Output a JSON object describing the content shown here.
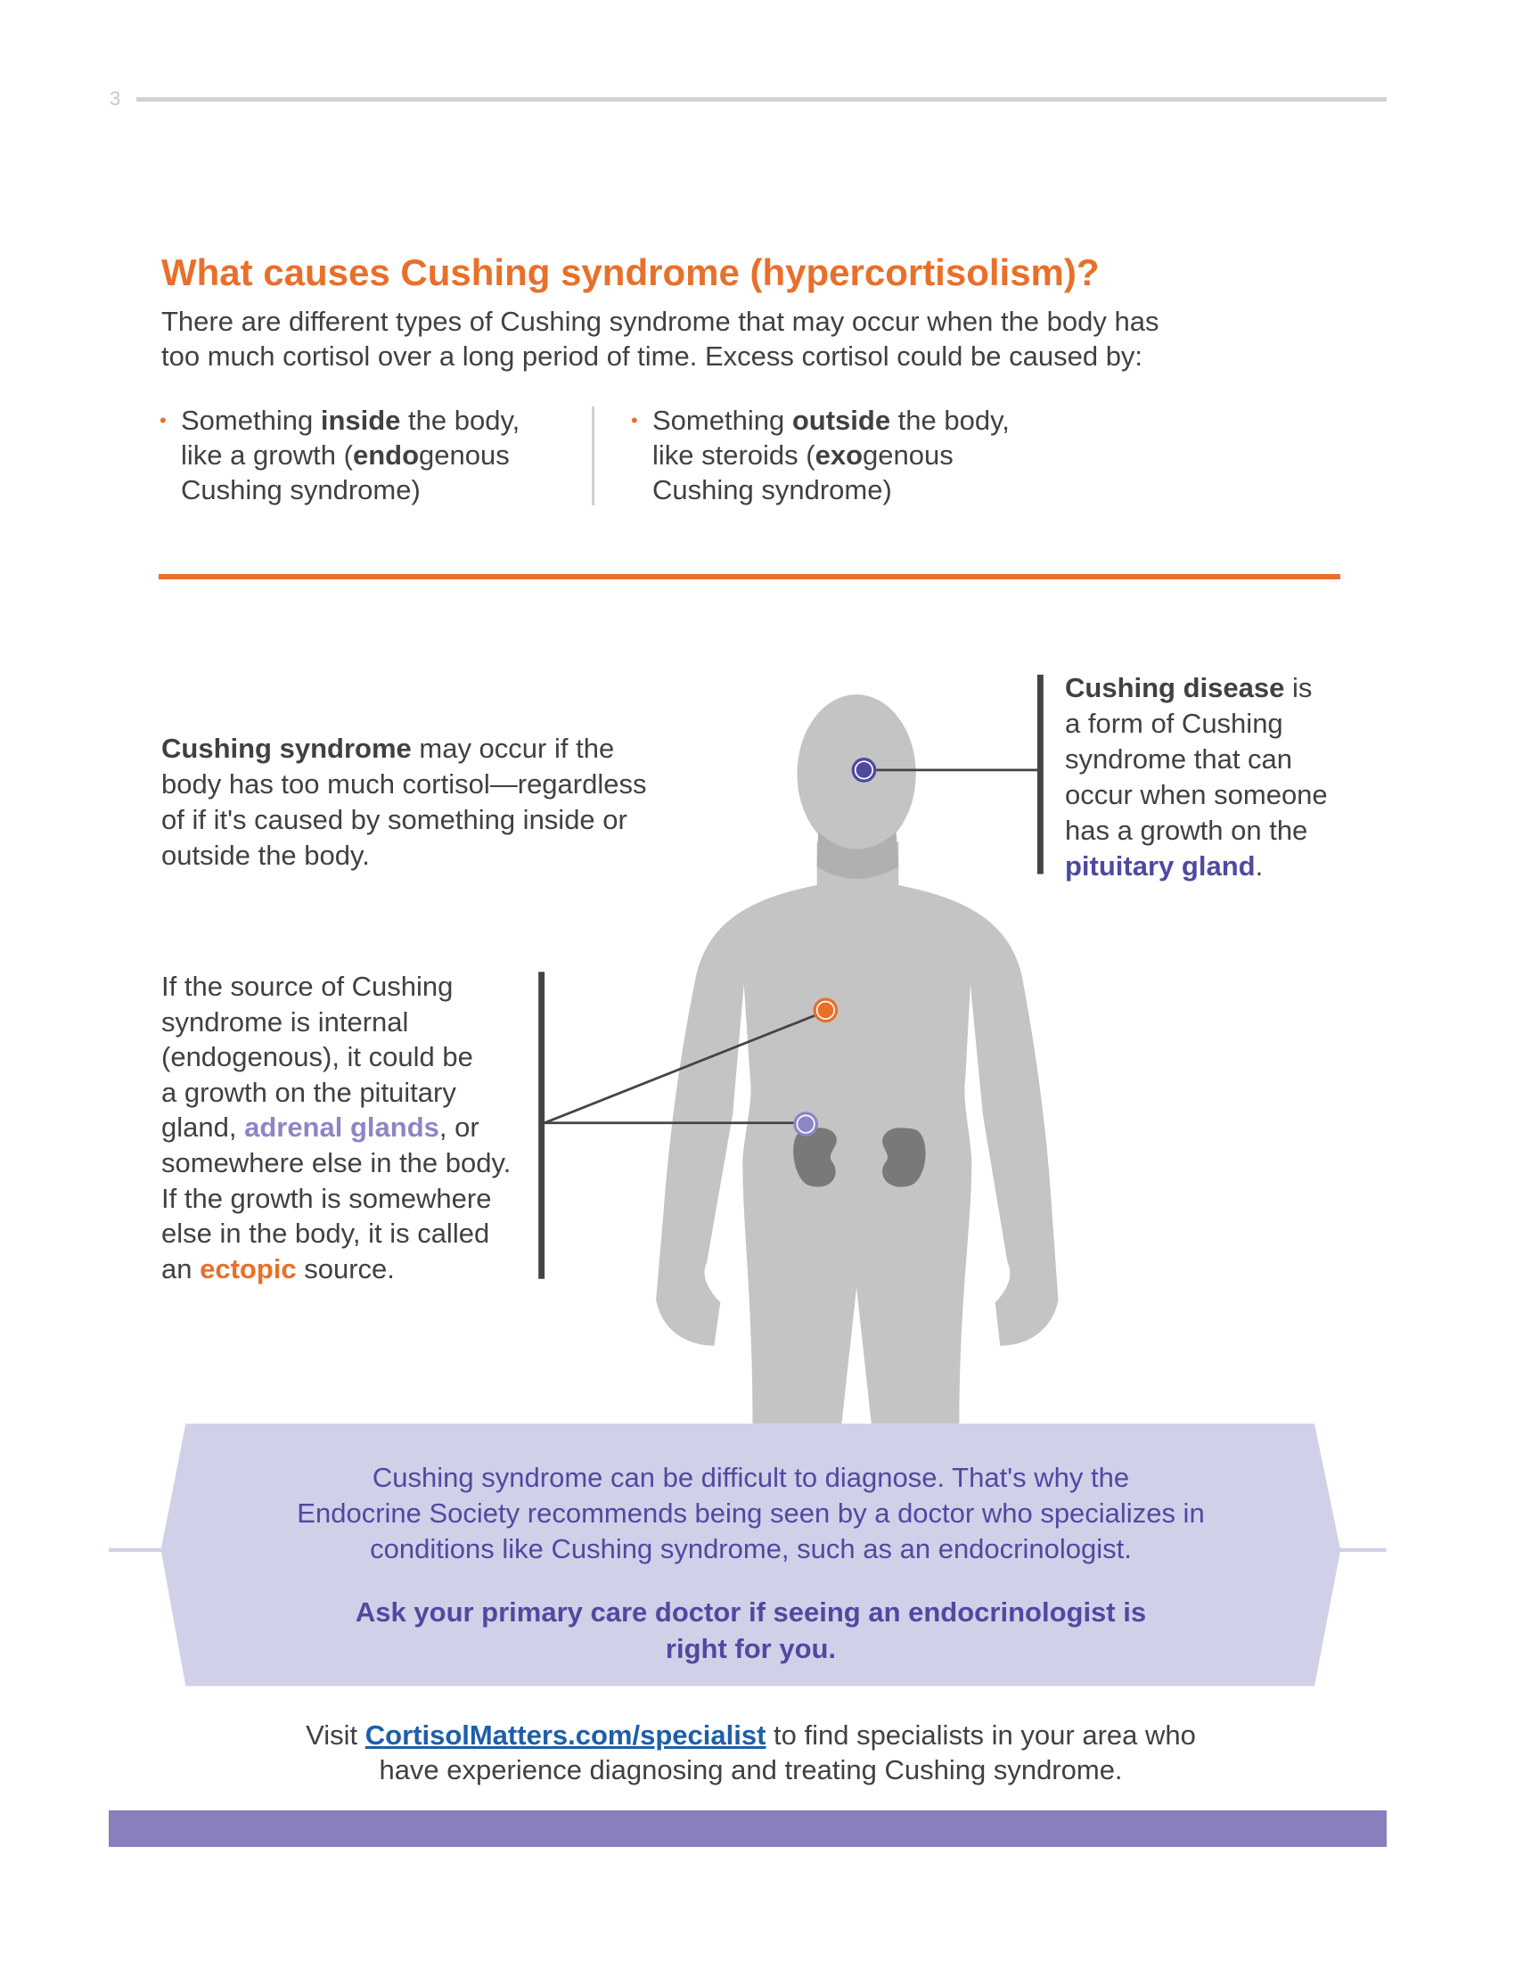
{
  "header": {
    "page_number": "3"
  },
  "heading": {
    "title": "What causes Cushing syndrome (hypercortisolism)?",
    "intro_lines": [
      [
        {
          "t": "There are different types of Cushing syndrome that may occur when the body has"
        }
      ],
      [
        {
          "t": "too much cortisol over a long period of time. Excess cortisol could be caused by:"
        }
      ]
    ]
  },
  "causes": {
    "bullet": "•",
    "inside_lines": [
      [
        {
          "t": "Something "
        },
        {
          "t": "inside",
          "s": "b"
        },
        {
          "t": " the body,"
        }
      ],
      [
        {
          "t": "like a growth ("
        },
        {
          "t": "endo",
          "s": "b"
        },
        {
          "t": "genous"
        }
      ],
      [
        {
          "t": "Cushing syndrome)"
        }
      ]
    ],
    "outside_lines": [
      [
        {
          "t": "Something "
        },
        {
          "t": "outside",
          "s": "b"
        },
        {
          "t": " the body,"
        }
      ],
      [
        {
          "t": "like steroids ("
        },
        {
          "t": "exo",
          "s": "b"
        },
        {
          "t": "genous"
        }
      ],
      [
        {
          "t": "Cushing syndrome)"
        }
      ]
    ]
  },
  "diagram": {
    "syndrome_lines": [
      [
        {
          "t": "Cushing syndrome",
          "s": "b"
        },
        {
          "t": " may occur if the"
        }
      ],
      [
        {
          "t": "body has too much cortisol—regardless"
        }
      ],
      [
        {
          "t": "of if it's caused by something inside or"
        }
      ],
      [
        {
          "t": "outside the body."
        }
      ]
    ],
    "disease_lines": [
      [
        {
          "t": "Cushing disease",
          "s": "b"
        },
        {
          "t": " is"
        }
      ],
      [
        {
          "t": "a form of Cushing"
        }
      ],
      [
        {
          "t": "syndrome that can"
        }
      ],
      [
        {
          "t": "occur when someone"
        }
      ],
      [
        {
          "t": "has a growth on the"
        }
      ],
      [
        {
          "t": "pituitary gland",
          "s": "p"
        },
        {
          "t": "."
        }
      ]
    ],
    "source_lines": [
      [
        {
          "t": "If the source of Cushing"
        }
      ],
      [
        {
          "t": "syndrome is internal"
        }
      ],
      [
        {
          "t": "(endogenous), it could be"
        }
      ],
      [
        {
          "t": "a growth on the pituitary"
        }
      ],
      [
        {
          "t": "gland, "
        },
        {
          "t": "adrenal glands",
          "s": "l"
        },
        {
          "t": ", or"
        }
      ],
      [
        {
          "t": "somewhere else in the body."
        }
      ],
      [
        {
          "t": "If the growth is somewhere"
        }
      ],
      [
        {
          "t": "else in the body, it is called"
        }
      ],
      [
        {
          "t": "an "
        },
        {
          "t": "ectopic",
          "s": "o"
        },
        {
          "t": " source."
        }
      ]
    ],
    "colors": {
      "pituitary": "#4f4aa0",
      "ectopic": "#e8702a",
      "adrenal": "#8c86c6",
      "body": "#c4c4c4",
      "kidney": "#7a7878"
    }
  },
  "banner": {
    "lines": [
      [
        {
          "t": "Cushing syndrome can be difficult to diagnose. That's why the"
        }
      ],
      [
        {
          "t": "Endocrine Society recommends being seen by a doctor who specializes in"
        }
      ],
      [
        {
          "t": "conditions like Cushing syndrome, such as an endocrinologist."
        }
      ]
    ],
    "bold_lines": [
      [
        {
          "t": "Ask your primary care doctor if seeing an endocrinologist is",
          "s": "b"
        }
      ],
      [
        {
          "t": "right for you.",
          "s": "b"
        }
      ]
    ]
  },
  "footer": {
    "visit_lines": [
      [
        {
          "t": "Visit "
        },
        {
          "t": "CortisolMatters.com/specialist",
          "s": "lnk"
        },
        {
          "t": " to find specialists in your area who"
        }
      ],
      [
        {
          "t": "have experience diagnosing and treating Cushing syndrome."
        }
      ]
    ]
  },
  "colors": {
    "accent": "#e8702a",
    "purple": "#4f4aa0",
    "banner_bg": "#d0d0e8",
    "bottom_bar": "#8880bd",
    "link": "#1d5fa8"
  }
}
